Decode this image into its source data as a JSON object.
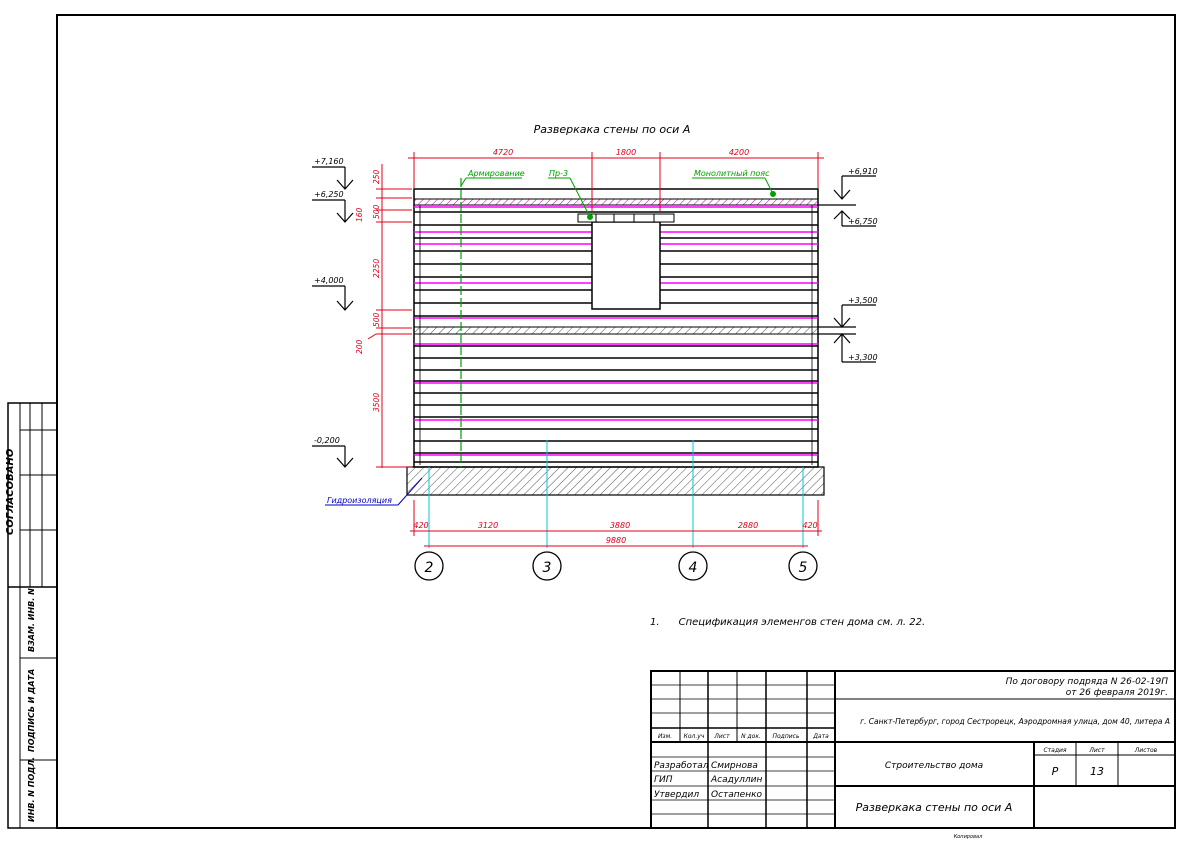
{
  "drawing_title": "Разверкака стены по оси А",
  "top_dims": [
    "4720",
    "1800",
    "4200"
  ],
  "callouts": {
    "left": "Армирование",
    "center": "Пр-3",
    "right": "Монолитный пояс",
    "waterproofing": "Гидроизоляция"
  },
  "left_levels": [
    "+7,160",
    "+6,250",
    "+4,000",
    "-0,200"
  ],
  "right_levels": [
    "+6,910",
    "+6,750",
    "+3,500",
    "+3,300"
  ],
  "vertical_dims": [
    "250",
    "160",
    "500",
    "2250",
    "500",
    "200",
    "3500"
  ],
  "bottom_dims": [
    "420",
    "3120",
    "3880",
    "2880",
    "420"
  ],
  "total_dim": "9880",
  "axes": [
    "2",
    "3",
    "4",
    "5"
  ],
  "note": "1.      Спецификация элеменгов стен дома см. л. 22.",
  "left_stamp": [
    "СОГЛАСОВАНО",
    "ВЗАМ. ИНВ. N",
    "ПОДПИСЬ И ДАТА",
    "ИНВ. N ПОДЛ."
  ],
  "title_block": {
    "contract_line1": "По договору подряда N 26-02-19П",
    "contract_line2": "от 26 февраля 2019г.",
    "address": "г. Санкт-Петербург, город Сестрорецк, Аэродромная улица, дом 40, литера А",
    "col_headers": [
      "Изм.",
      "Кол.уч",
      "Лист",
      "N док.",
      "Подпись",
      "Дата"
    ],
    "roles": [
      {
        "role": "Разработал",
        "name": "Смирнова"
      },
      {
        "role": "ГИП",
        "name": "Асадуллин"
      },
      {
        "role": "Утвердил",
        "name": "Остапенко"
      }
    ],
    "project_name": "Строительство дома",
    "stage_header": "Стадия",
    "sheet_header": "Лист",
    "sheets_header": "Листов",
    "stage": "Р",
    "sheet": "13",
    "sheet_title": "Разверкака стены по оси А"
  },
  "copied_label": "Копировал",
  "colors": {
    "dim": "#e0001a",
    "callout": "#00a000",
    "rebar": "#ff00ff",
    "axis": "#00c8d8",
    "line": "#000000"
  }
}
